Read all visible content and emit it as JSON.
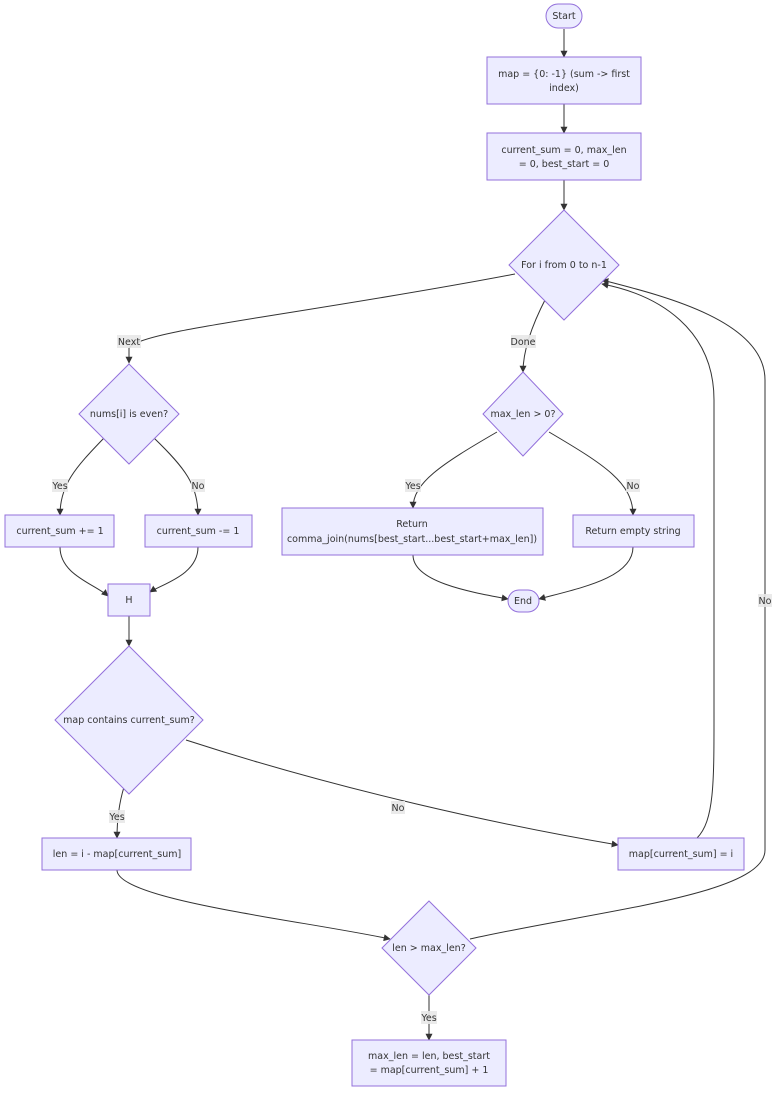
{
  "nodes": {
    "start": "Start",
    "map_init_1": "map = {0: -1} (sum -> first",
    "map_init_2": "index)",
    "vars_init_1": "current_sum = 0, max_len",
    "vars_init_2": "= 0, best_start = 0",
    "loop": "For i from 0 to n-1",
    "is_even": "nums[i] is even?",
    "max_len_check": "max_len > 0?",
    "sum_inc": "current_sum += 1",
    "sum_dec": "current_sum -= 1",
    "return_1": "Return",
    "return_2": "comma_join(nums[best_start...best_start+max_len])",
    "return_empty": "Return empty string",
    "end": "End",
    "merge": "H",
    "contains": "map contains current_sum?",
    "len_calc": "len = i - map[current_sum]",
    "map_set": "map[current_sum] = i",
    "len_check": "len > max_len?",
    "update_1": "max_len = len, best_start",
    "update_2": "= map[current_sum] + 1"
  },
  "edge_labels": {
    "next": "Next",
    "done": "Done",
    "even_yes": "Yes",
    "even_no": "No",
    "maxlen_yes": "Yes",
    "maxlen_no": "No",
    "contains_yes": "Yes",
    "contains_no": "No",
    "len_yes": "Yes",
    "len_no": "No"
  }
}
